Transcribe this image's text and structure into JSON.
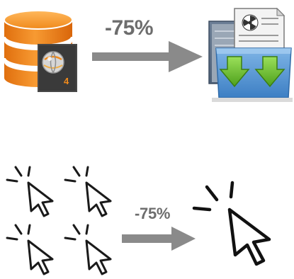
{
  "data_reduction": {
    "percent_label": "-75%",
    "badge_number": "4",
    "accent_color": "#f08a1c",
    "arrow_color": "#8a8a8a",
    "download_color": "#62b72a"
  },
  "click_reduction": {
    "percent_label": "-75%",
    "many_cursors_count": 4,
    "arrow_color": "#8a8a8a"
  }
}
